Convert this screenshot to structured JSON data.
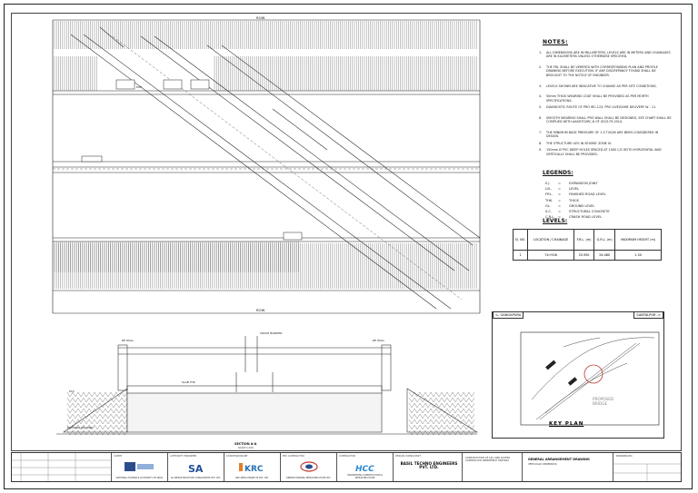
{
  "plan": {
    "top_label": "ROW",
    "bottom_label": "ROW"
  },
  "notes": {
    "title": "NOTES:",
    "items": [
      {
        "n": "1.",
        "text": "ALL DIMENSIONS ARE IN MILLIMETERS, LEVELS ARE IN METERS AND CHAINAGES ARE IN KILOMETERS UNLESS OTHERWISE SPECIFIED."
      },
      {
        "n": "2.",
        "text": "THE FRL SHALL BE VERIFIED WITH CORRESPONDING PLAN AND PROFILE DRAWING BEFORE EXECUTION. IF ANY DISCREPANCY FOUND SHALL BE BROUGHT TO THE NOTICE OF ENGINEER."
      },
      {
        "n": "3.",
        "text": "LEVELS SHOWN ARE INDICATIVE TO CHANGE AS PER SITE CONDITIONS."
      },
      {
        "n": "4.",
        "text": "50mm THICK WEARING COAT SHALL BE PROVIDED AS PER MORTH SPECIFICATIONS."
      },
      {
        "n": "5.",
        "text": "DIAGNOSTIC ROUTE OF PRO IRC-123, PRO LIVE/SAME DELIVERY W - 11."
      },
      {
        "n": "6.",
        "text": "SMOOTH WEARING SHALL PRO WALL SHALL BE DESIGNED, SEE CHART SHALL BE COMPLIED WITH AASHTO/IRC-6 OF ISO/179-2014."
      },
      {
        "n": "7.",
        "text": "THE MINIMUM BASE PRESSURE OF 1.5 T/SQM ARE BEEN CONSIDERED IN DESIGN."
      },
      {
        "n": "8.",
        "text": "THE STRUCTURE LIES IN SEISMIC ZONE III."
      },
      {
        "n": "9.",
        "text": "150mm Ø PVC WEEP HOLES SPACED AT 1000 C/C BOTH HORIZONTAL AND VERTICALLY SHALL BE PROVIDED."
      }
    ]
  },
  "legends": {
    "title": "LEGENDS:",
    "items": [
      {
        "abbr": "E.J.",
        "eq": "=",
        "desc": "EXPANSION JOINT"
      },
      {
        "abbr": "LVL.",
        "eq": "=",
        "desc": "LEVEL"
      },
      {
        "abbr": "FRL.",
        "eq": "=",
        "desc": "FINISHED ROAD LEVEL"
      },
      {
        "abbr": "THK.",
        "eq": "=",
        "desc": "THICK"
      },
      {
        "abbr": "GL.",
        "eq": "=",
        "desc": "GROUND LEVEL"
      },
      {
        "abbr": "S.C.",
        "eq": "=",
        "desc": "STRUCTURAL CONCRETE"
      },
      {
        "abbr": "C.R.L.",
        "eq": "=",
        "desc": "CRASH ROAD LEVEL"
      }
    ]
  },
  "levels": {
    "title": "LEVELS:",
    "headers": [
      "Sl. NO.",
      "LOCATION / CHAINAGE",
      "F.R.L. (m)",
      "G.R.L. (m)",
      "MAXIMUM HEIGHT (m)"
    ],
    "rows": [
      [
        "1",
        "74+926",
        "25.950",
        "24.480",
        "1.50"
      ]
    ]
  },
  "section": {
    "title": "SECTION A-A",
    "scale": "SCALE 1:100",
    "labels": [
      "RE WALL",
      "RE WALL",
      "CRASH BARRIER",
      "SLAB THK",
      "EXISTING GROUND",
      "PCC"
    ]
  },
  "keyplan": {
    "left_tag": "<- GANGAPURA",
    "right_tag": "SANTALPUR ->",
    "title": "KEY PLAN",
    "bridge_l1": "PROPOSED",
    "bridge_l2": "BRIDGE"
  },
  "titleblock": {
    "companies": [
      {
        "label": "CLIENT",
        "name": "NATIONAL HIGHWAYS AUTHORITY OF INDIA",
        "color": "#2b4d8c"
      },
      {
        "label": "AUTHORITY ENGINEER",
        "name": "SA INFRASTRUCTURE CONSULTANTS PVT. LTD.",
        "color": "#1f4f9a"
      },
      {
        "label": "CONCESSIONAIRE",
        "name": "KRC INFRA PROJECTS PVT. LTD.",
        "color": "#2a6db5"
      },
      {
        "label": "EPC CONTRACTOR",
        "name": "DINESHCHANDRA INFRASTRUCTURE LTD.",
        "color": "#c0392b"
      },
      {
        "label": "CONTRACTOR",
        "name": "HARIKRISHNA CONSTRUCTION & INFRASTRUCTURE",
        "color": "#2d8ad1"
      },
      {
        "label": "DESIGN CONSULTANT",
        "name": "BASIL TECHNO ENGINEERS PVT. LTD.",
        "color": "#1a1a1a"
      }
    ],
    "project": "CONSTRUCTION OF SIX LANE ACCESS CONTROLLED GREENFIELD HIGHWAY",
    "drawing_title": "GENERAL ARRANGEMENT DRAWING",
    "drawing_sub": "VEHICULAR UNDERPASS",
    "drawing_no_label": "DRAWING NO."
  },
  "colors": {
    "line": "#222222",
    "hatch": "#555555",
    "bridge_text": "#888888"
  }
}
